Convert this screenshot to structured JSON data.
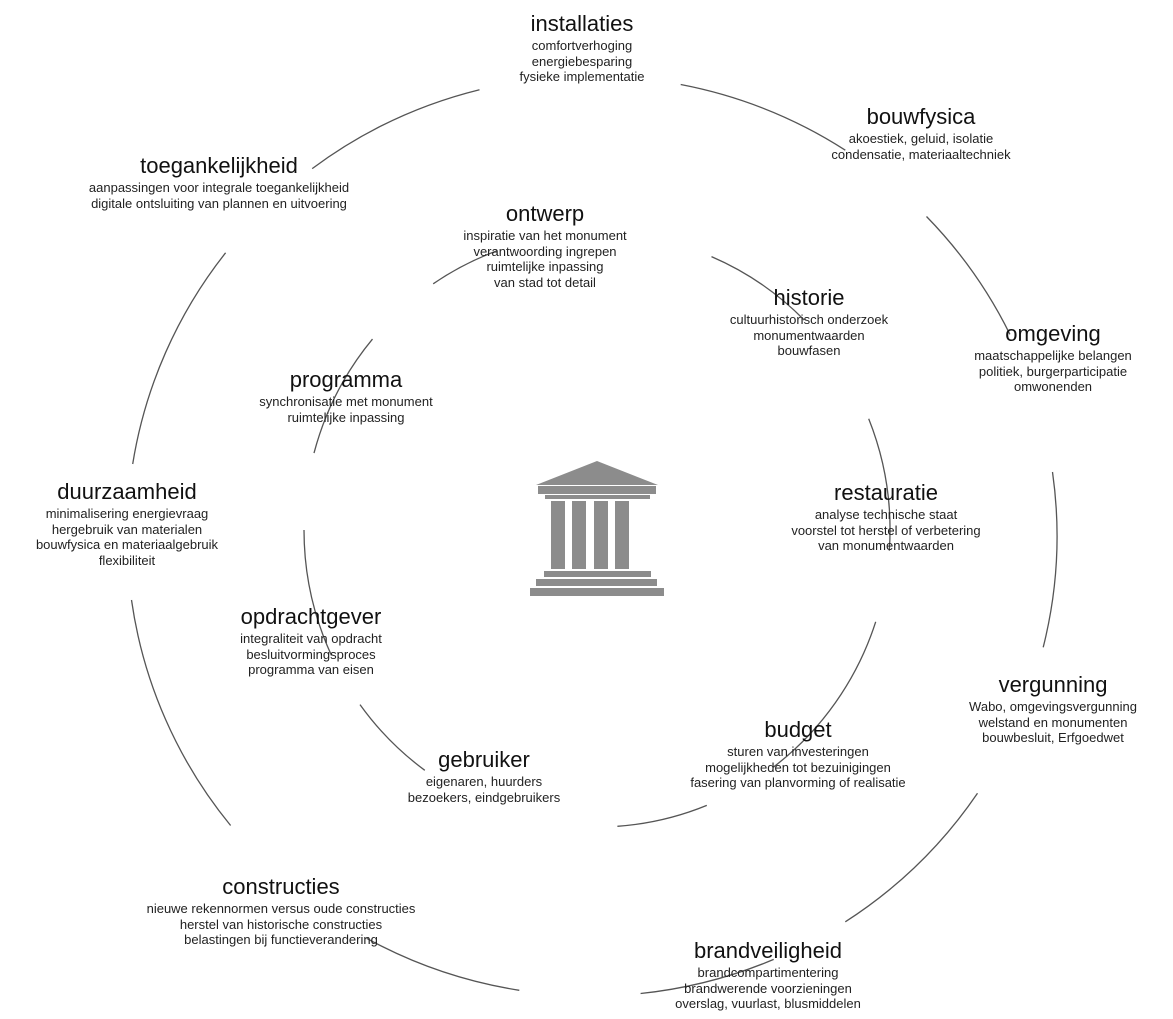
{
  "outer_ring": [
    {
      "title": "installaties",
      "lines": [
        "comfortverhoging",
        "energiebesparing",
        "fysieke implementatie"
      ]
    },
    {
      "title": "bouwfysica",
      "lines": [
        "akoestiek, geluid, isolatie",
        "condensatie, materiaaltechniek"
      ]
    },
    {
      "title": "omgeving",
      "lines": [
        "maatschappelijke belangen",
        "politiek, burgerparticipatie",
        "omwonenden"
      ]
    },
    {
      "title": "vergunning",
      "lines": [
        "Wabo, omgevingsvergunning",
        "welstand en monumenten",
        "bouwbesluit, Erfgoedwet"
      ]
    },
    {
      "title": "brandveiligheid",
      "lines": [
        "brandcompartimentering",
        "brandwerende voorzieningen",
        "overslag, vuurlast, blusmiddelen"
      ]
    },
    {
      "title": "constructies",
      "lines": [
        "nieuwe rekennormen versus oude constructies",
        "herstel van historische constructies",
        "belastingen bij functieverandering"
      ]
    },
    {
      "title": "duurzaamheid",
      "lines": [
        "minimalisering energievraag",
        "hergebruik van materialen",
        "bouwfysica en materiaalgebruik",
        "flexibiliteit"
      ]
    },
    {
      "title": "toegankelijkheid",
      "lines": [
        "aanpassingen voor integrale toegankelijkheid",
        "digitale ontsluiting van plannen en uitvoering"
      ]
    }
  ],
  "inner_ring": [
    {
      "title": "ontwerp",
      "lines": [
        "inspiratie van het monument",
        "verantwoording ingrepen",
        "ruimtelijke inpassing",
        "van stad tot detail"
      ]
    },
    {
      "title": "historie",
      "lines": [
        "cultuurhistorisch onderzoek",
        "monumentwaarden",
        "bouwfasen"
      ]
    },
    {
      "title": "restauratie",
      "lines": [
        "analyse technische staat",
        "voorstel tot herstel of verbetering",
        "van monumentwaarden"
      ]
    },
    {
      "title": "budget",
      "lines": [
        "sturen van investeringen",
        "mogelijkheden tot bezuinigingen",
        "fasering van planvorming of realisatie"
      ]
    },
    {
      "title": "gebruiker",
      "lines": [
        "eigenaren, huurders",
        "bezoekers, eindgebruikers"
      ]
    },
    {
      "title": "opdrachtgever",
      "lines": [
        "integraliteit van opdracht",
        "besluitvormingsproces",
        "programma van eisen"
      ]
    },
    {
      "title": "programma",
      "lines": [
        "synchronisatie met monument",
        "ruimtelijke inpassing"
      ]
    }
  ],
  "center_icon": "monument-building-icon",
  "colors": {
    "ring": "#555555",
    "icon": "#8c8c8c",
    "text": "#1a1a1a"
  }
}
